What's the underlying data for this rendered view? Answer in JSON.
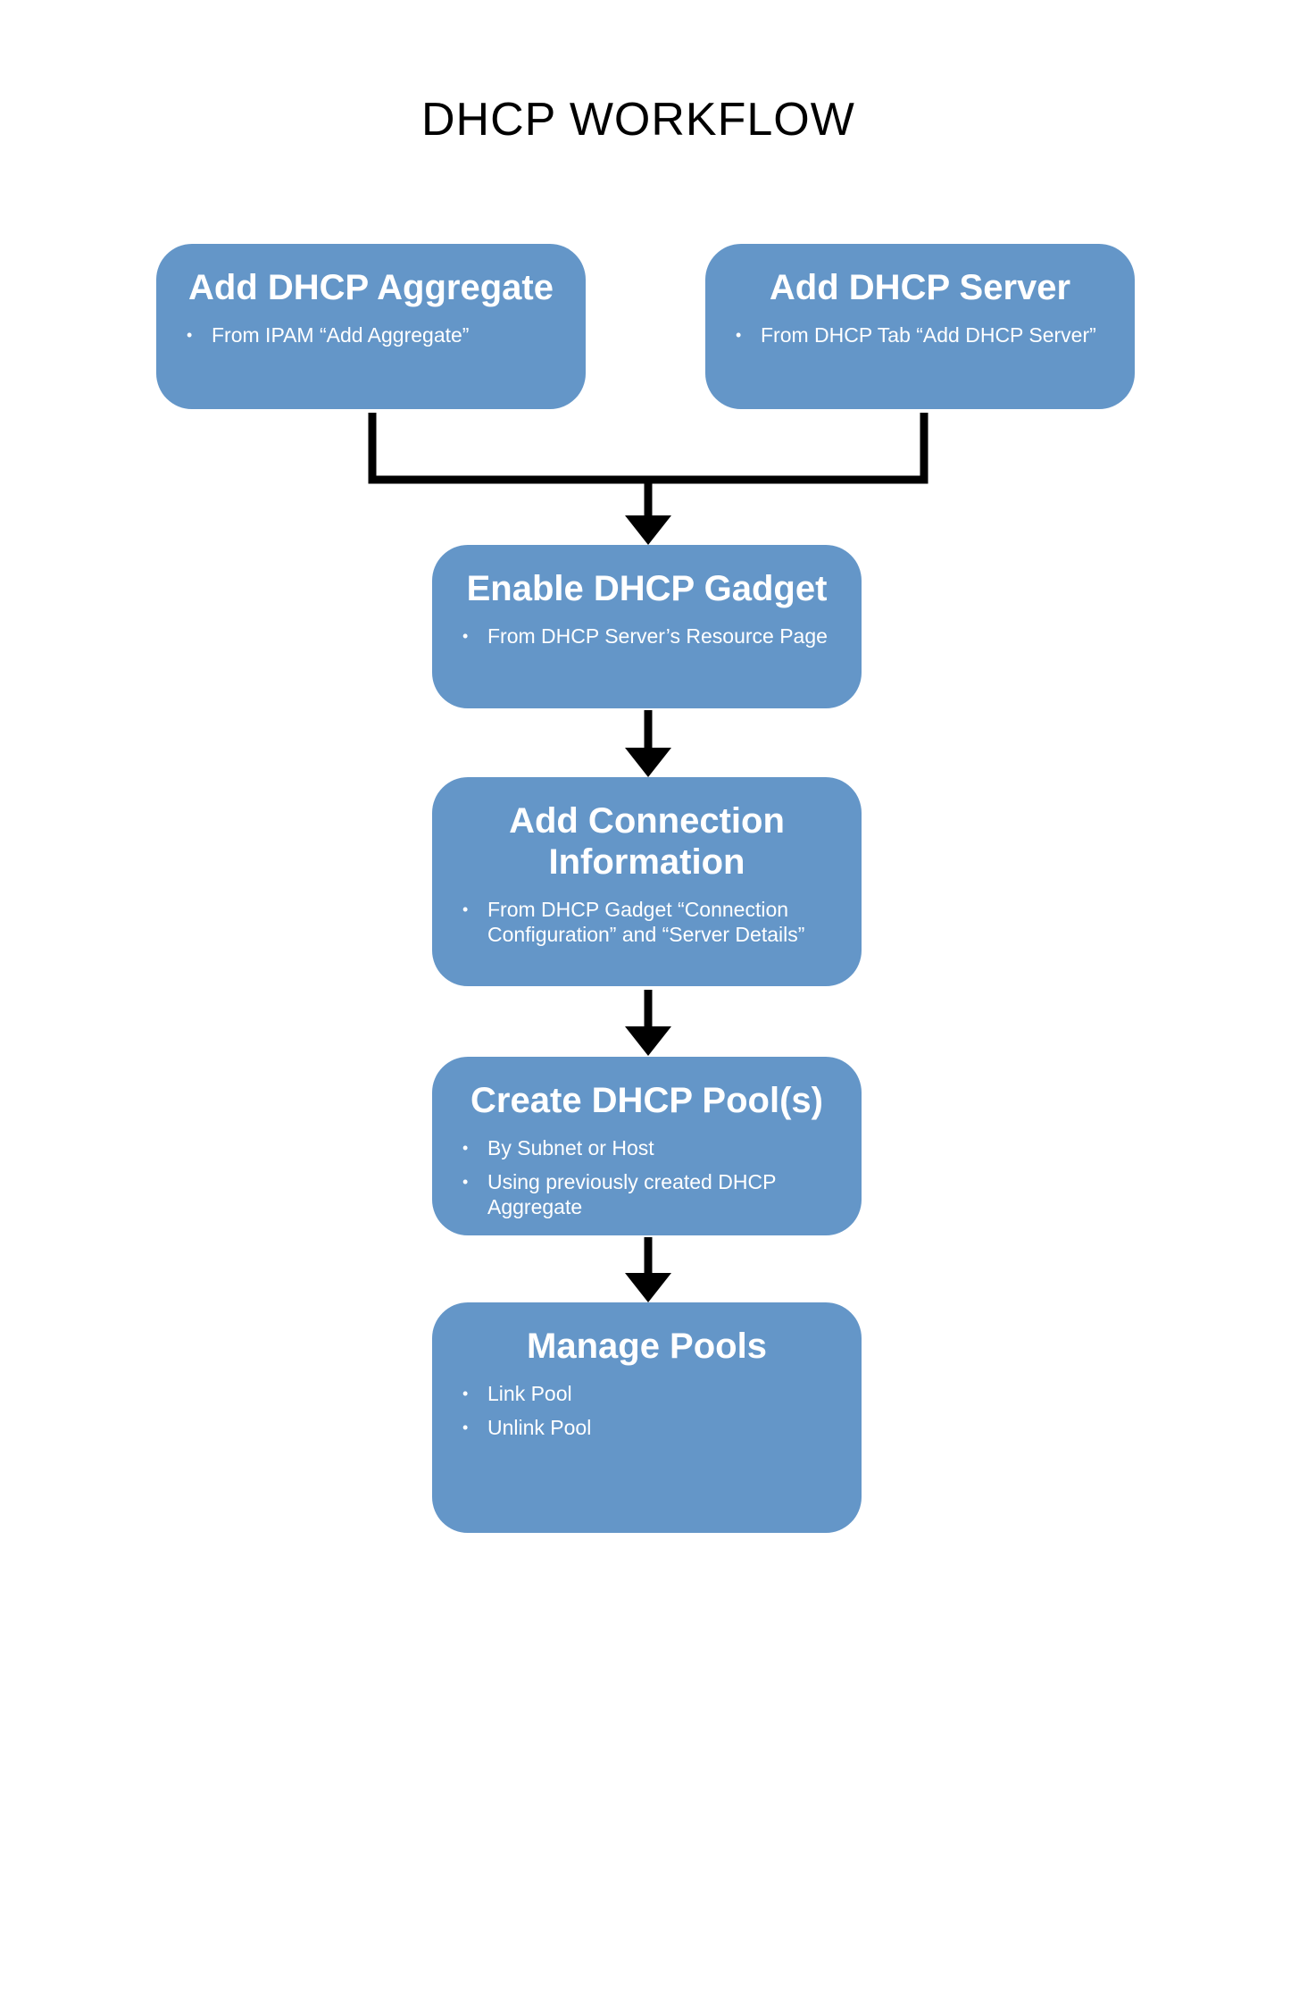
{
  "title": "DHCP WORKFLOW",
  "colors": {
    "box_fill": "#6496c8",
    "box_text": "#ffffff",
    "connector": "#000000"
  },
  "steps": [
    {
      "title": "Add DHCP Aggregate",
      "bullets": [
        "From  IPAM “Add Aggregate”"
      ]
    },
    {
      "title": "Add DHCP Server",
      "bullets": [
        "From  DHCP Tab “Add DHCP Server”"
      ]
    },
    {
      "title": "Enable DHCP Gadget",
      "bullets": [
        "From  DHCP Server’s Resource Page"
      ]
    },
    {
      "title_lines": [
        "Add Connection",
        "Information"
      ],
      "bullets": [
        "From  DHCP Gadget “Connection Configuration” and “Server Details”"
      ]
    },
    {
      "title": "Create DHCP Pool(s)",
      "bullets": [
        "By Subnet or Host",
        "Using previously created DHCP Aggregate"
      ]
    },
    {
      "title": "Manage Pools",
      "bullets": [
        "Link Pool",
        "Unlink Pool"
      ]
    }
  ]
}
